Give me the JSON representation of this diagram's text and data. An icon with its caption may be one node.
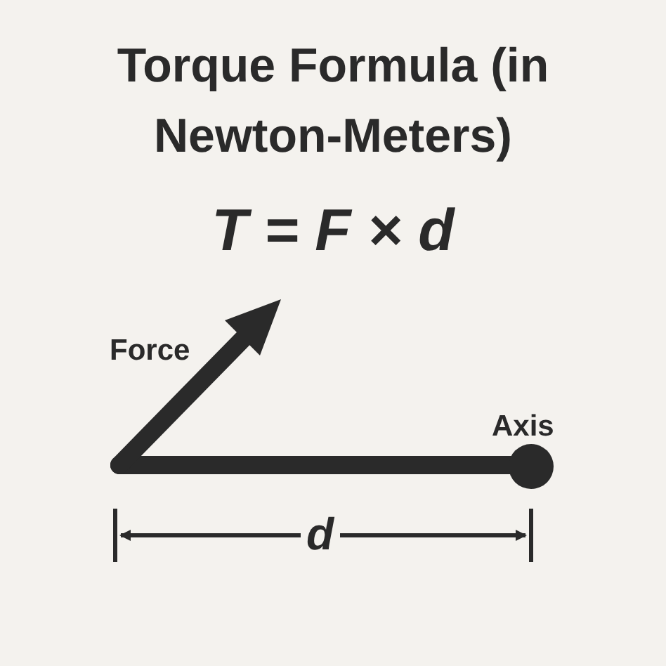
{
  "diagram": {
    "title": "Torque Formula (in Newton-Meters)",
    "labels": [
      "T = F × d",
      "Force",
      "Axis",
      "d"
    ]
  }
}
